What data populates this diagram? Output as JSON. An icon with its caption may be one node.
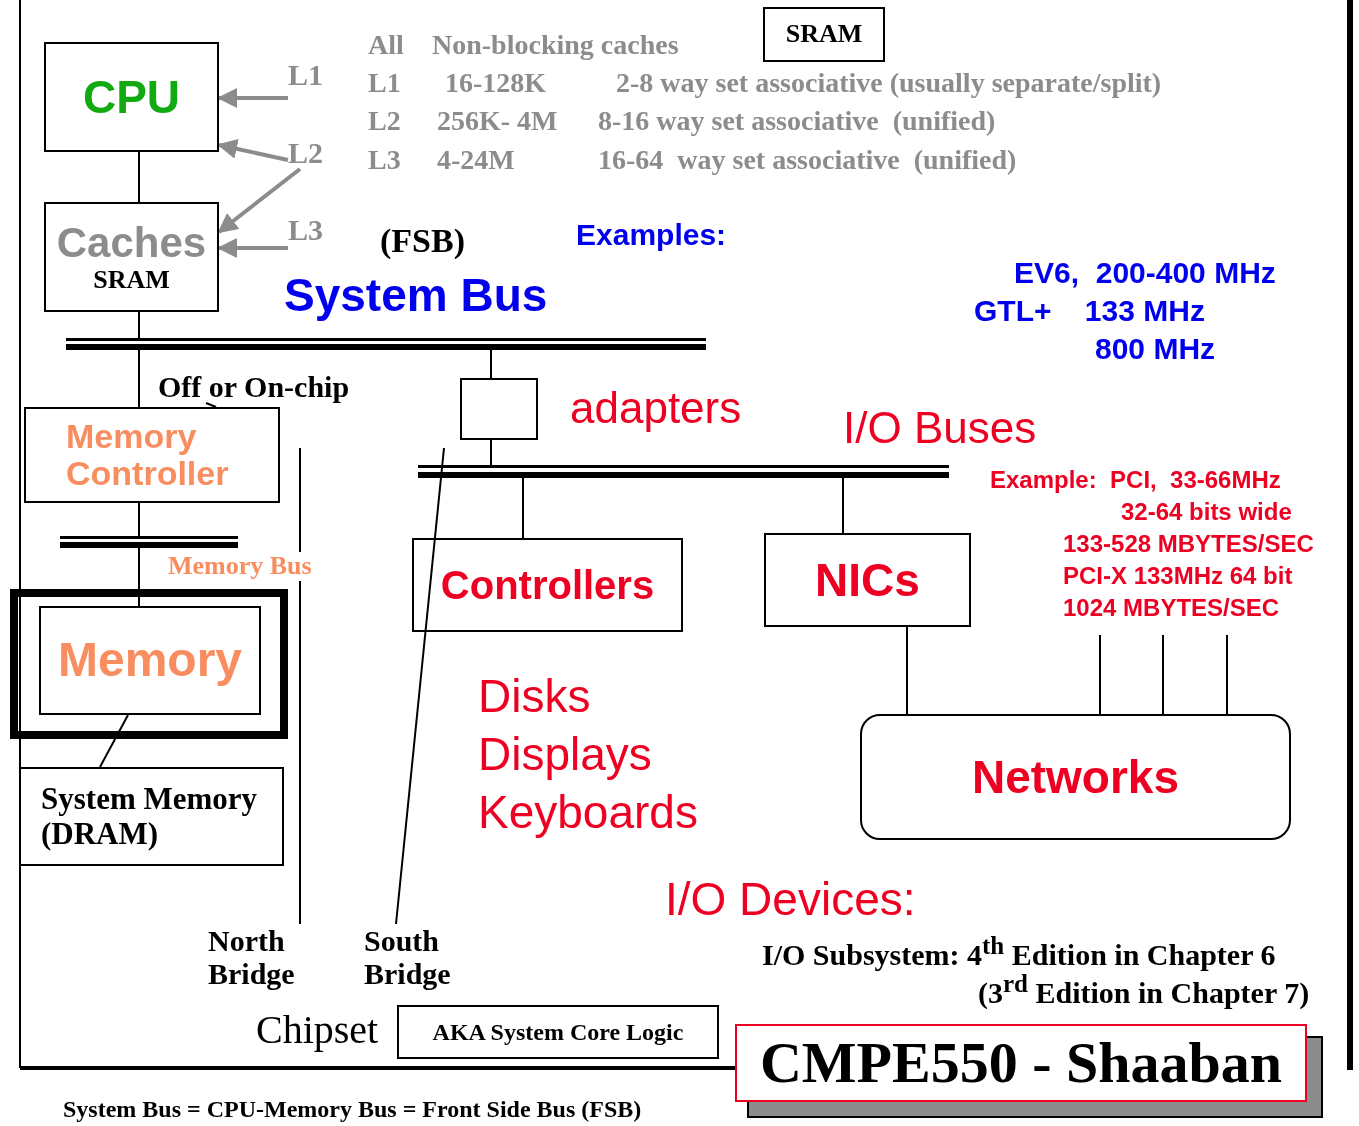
{
  "diagram": {
    "nodes": [
      {
        "text": [
          "CPU"
        ]
      },
      {
        "text": [
          "Caches",
          "SRAM"
        ]
      },
      {
        "text": [
          "SRAM"
        ]
      },
      {
        "text": [],
        "shape": "bar"
      },
      {
        "text": [
          "Memory Controller"
        ]
      },
      {
        "text": [],
        "shape": "bar"
      },
      {
        "text": [],
        "shape": "box"
      },
      {
        "text": [
          "Memory"
        ],
        "in": 6
      },
      {
        "text": [
          "System Memory (DRAM)"
        ]
      },
      {
        "text": [],
        "shape": "box"
      },
      {
        "text": [],
        "shape": "bar"
      },
      {
        "text": [
          "Controllers"
        ]
      },
      {
        "text": [
          "NICs"
        ]
      },
      {
        "text": [
          "Networks"
        ]
      },
      {
        "text": [
          "L1"
        ]
      },
      {
        "text": [
          "L2"
        ]
      },
      {
        "text": [
          "L3"
        ]
      },
      {
        "text": [
          "Off or On-chip"
        ]
      },
      {
        "text": [
          "North Bridge"
        ]
      },
      {
        "text": [
          "South Bridge"
        ]
      },
      {
        "text": [
          "AKA System Core Logic"
        ]
      },
      {
        "text": [
          "CMPE550 - Shaaban"
        ]
      }
    ],
    "edges": [
      {
        "from": 0,
        "to": 1,
        "arrow": "none"
      },
      {
        "from": 1,
        "to": 3,
        "arrow": "none"
      },
      {
        "from": 3,
        "to": 4,
        "arrow": "none"
      },
      {
        "from": 4,
        "to": 5,
        "arrow": "none"
      },
      {
        "from": 5,
        "to": 7,
        "arrow": "none"
      },
      {
        "from": 3,
        "to": 9,
        "arrow": "none"
      },
      {
        "from": 9,
        "to": 10,
        "arrow": "none"
      },
      {
        "from": 10,
        "to": 11,
        "arrow": "none"
      },
      {
        "from": 10,
        "to": 12,
        "arrow": "none"
      },
      {
        "from": 12,
        "to": 13,
        "arrow": "none"
      },
      {
        "from": 14,
        "to": 0,
        "arrow": "to",
        "color": "#8c8c8c"
      },
      {
        "from": 15,
        "to": 0,
        "arrow": "to",
        "color": "#8c8c8c"
      },
      {
        "from": 15,
        "to": 1,
        "arrow": "to",
        "color": "#8c8c8c"
      },
      {
        "from": 16,
        "to": 1,
        "arrow": "to",
        "color": "#8c8c8c"
      },
      {
        "from": 17,
        "to": 4,
        "arrow": "none"
      },
      {
        "from": 8,
        "to": 7,
        "arrow": "none"
      },
      {
        "from": 18,
        "to": null,
        "arrow": "none"
      },
      {
        "from": 19,
        "to": null,
        "arrow": "none"
      },
      {
        "from": 13,
        "to": null,
        "arrow": "none"
      },
      {
        "from": 13,
        "to": null,
        "arrow": "none"
      },
      {
        "from": 13,
        "to": null,
        "arrow": "none"
      }
    ],
    "labels": [
      "All",
      "Non-blocking caches",
      "L1",
      "16-128K",
      "2-8 way set associative (usually separate/split)",
      "L2",
      "256K- 4M",
      "8-16 way set associative  (unified)",
      "L3",
      "4-24M",
      "16-64  way set associative  (unified)",
      "(FSB)",
      "System Bus",
      "Examples:",
      "EV6,  200-400 MHz",
      "GTL+    133 MHz",
      "800 MHz",
      "adapters",
      "I/O Buses",
      "Example:  PCI,  33-66MHz",
      "32-64 bits wide",
      "133-528 MBYTES/SEC",
      "PCI-X 133MHz 64 bit",
      "1024 MBYTES/SEC",
      "Memory Bus",
      "Disks",
      "Displays",
      "Keyboards",
      "I/O Devices:",
      "I/O Subsystem: 4$^{th}$ Edition in Chapter 6",
      "(3$^{rd}$ Edition in Chapter 7)",
      "Chipset",
      "System Bus = CPU-Memory Bus = Front Side Bus (FSB)"
    ]
  }
}
